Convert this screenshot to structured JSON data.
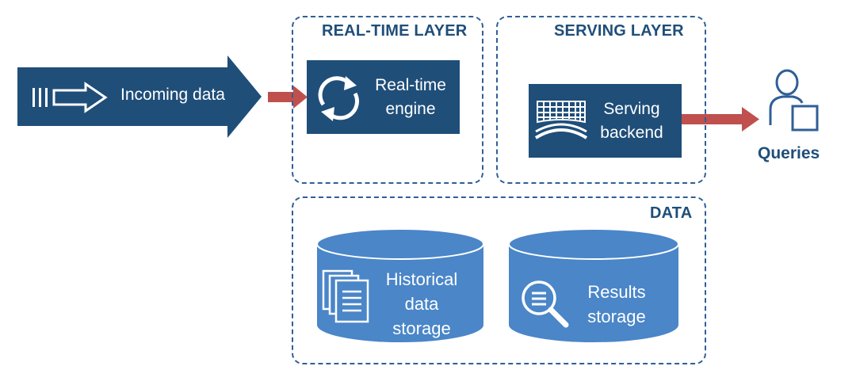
{
  "diagram": {
    "source": {
      "label": "Incoming data",
      "icon": "arrow-outline-icon"
    },
    "realtime_layer": {
      "title": "REAL-TIME LAYER",
      "engine": {
        "lines": [
          "Real-time",
          "engine"
        ],
        "icon": "refresh-cycle-icon"
      }
    },
    "serving_layer": {
      "title": "SERVING LAYER",
      "backend": {
        "lines": [
          "Serving",
          "backend"
        ],
        "icon": "grid-bridge-icon"
      }
    },
    "data_layer": {
      "title": "DATA",
      "historical": {
        "lines": [
          "Historical",
          "data",
          "storage"
        ],
        "icon": "documents-icon"
      },
      "results": {
        "lines": [
          "Results",
          "storage"
        ],
        "icon": "magnifier-icon"
      }
    },
    "sink": {
      "label": "Queries",
      "icon": "user-icon"
    },
    "colors": {
      "dark_blue": "#1f4e79",
      "medium_blue": "#4a86c8",
      "dashed_border": "#2f5f96",
      "arrow_red": "#c0504d"
    }
  }
}
